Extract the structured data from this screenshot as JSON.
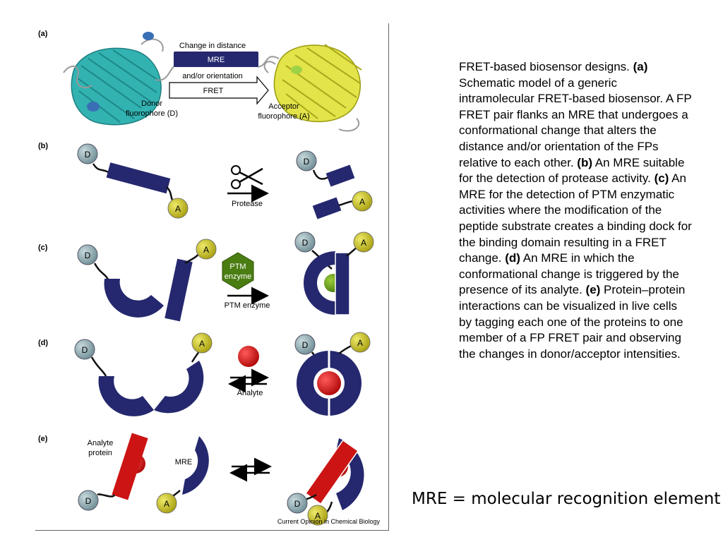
{
  "figure": {
    "panels": {
      "a": "(a)",
      "b": "(b)",
      "c": "(c)",
      "d": "(d)",
      "e": "(e)"
    },
    "panel_a": {
      "change_in_distance": "Change in distance",
      "mre": "MRE",
      "and_or_orientation": "and/or orientation",
      "fret": "FRET",
      "donor_line1": "Donor",
      "donor_line2": "fluorophore (D)",
      "acceptor_line1": "Acceptor",
      "acceptor_line2": "fluorophore (A)"
    },
    "letters": {
      "donor": "D",
      "acceptor": "A"
    },
    "panel_b": {
      "arrow_label": "Protease"
    },
    "panel_c": {
      "hex_line1": "PTM",
      "hex_line2": "enzyme",
      "arrow_label": "PTM enzyme"
    },
    "panel_d": {
      "arrow_label": "Analyte"
    },
    "panel_e": {
      "analyte_line1": "Analyte",
      "analyte_line2": "protein",
      "mre": "MRE"
    },
    "credit": "Current Opinion in Chemical Biology",
    "colors": {
      "mre_blue": "#25286e",
      "donor_grey": "#8aa6ad",
      "acceptor_yellow": "#c8c21e",
      "analyte_red": "#cc1414",
      "ptm_green": "#4a7d12",
      "cyan_protein": "#33b2b2",
      "yellow_protein": "#e3e34a"
    }
  },
  "caption": {
    "p1": "FRET-based biosensor designs. ",
    "a_tag": "(a)",
    "p2": " Schematic model of a generic intramolecular FRET-based biosensor. A FP FRET pair flanks an MRE that undergoes a conformational change that alters the distance and/or orientation of the FPs relative to each other. ",
    "b_tag": "(b)",
    "p3": " An MRE suitable for the detection of protease activity. ",
    "c_tag": "(c)",
    "p4": " An MRE for the detection of PTM enzymatic activities where the modification of the peptide substrate creates a binding dock for the binding domain resulting in a FRET change. ",
    "d_tag": "(d)",
    "p5": " An MRE in which the conformational change is triggered by the presence of its analyte. ",
    "e_tag": "(e)",
    "p6": " Protein–protein interactions can be visualized in live cells by tagging each one of the proteins to one member of a FP FRET pair and observing the changes in donor/acceptor intensities."
  },
  "footnote": "MRE = molecular recognition element"
}
